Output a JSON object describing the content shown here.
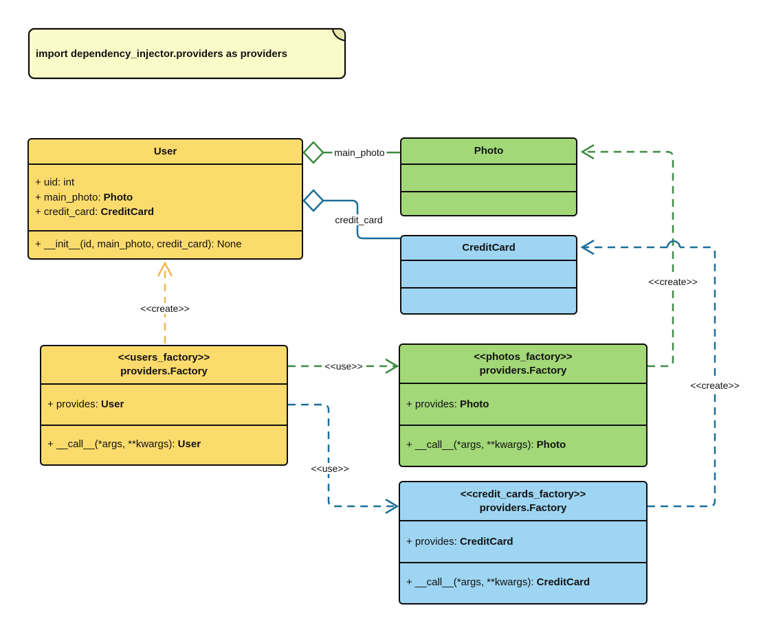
{
  "note": {
    "text": "import dependency_injector.providers as providers"
  },
  "colors": {
    "box_yellow": "#FCDB6D",
    "box_green": "#A2D877",
    "box_blue": "#9ED5F2",
    "note_fill": "#FBFBC9",
    "note_fold": "#E8E8AC",
    "line_gold": "#ECB84E",
    "line_green": "#3D8B41",
    "line_blue": "#1A6E99",
    "border": "#0d0d0d"
  },
  "classes": {
    "user": {
      "title": "User",
      "attributes": [
        {
          "text": "+ uid: int",
          "bold": ""
        },
        {
          "text": "+ main_photo: ",
          "bold": "Photo"
        },
        {
          "text": "+ credit_card: ",
          "bold": "CreditCard"
        }
      ],
      "method": {
        "text": "+ __init__(id, main_photo, credit_card): None",
        "bold": ""
      }
    },
    "photo": {
      "title": "Photo"
    },
    "creditcard": {
      "title": "CreditCard"
    }
  },
  "factories": {
    "users": {
      "stereotype": "<<users_factory>>",
      "classname": "providers.Factory",
      "provides": {
        "text": "+ provides: ",
        "bold": "User"
      },
      "call": {
        "text": "+ __call__(*args, **kwargs): ",
        "bold": "User"
      }
    },
    "photos": {
      "stereotype": "<<photos_factory>>",
      "classname": "providers.Factory",
      "provides": {
        "text": "+ provides: ",
        "bold": "Photo"
      },
      "call": {
        "text": "+ __call__(*args, **kwargs): ",
        "bold": "Photo"
      }
    },
    "credit_cards": {
      "stereotype": "<<credit_cards_factory>>",
      "classname": "providers.Factory",
      "provides": {
        "text": "+ provides: ",
        "bold": "CreditCard"
      },
      "call": {
        "text": "+ __call__(*args, **kwargs): ",
        "bold": "CreditCard"
      }
    }
  },
  "labels": {
    "main_photo": "main_photo",
    "credit_card": "credit_card",
    "create": "<<create>>",
    "use": "<<use>>"
  }
}
